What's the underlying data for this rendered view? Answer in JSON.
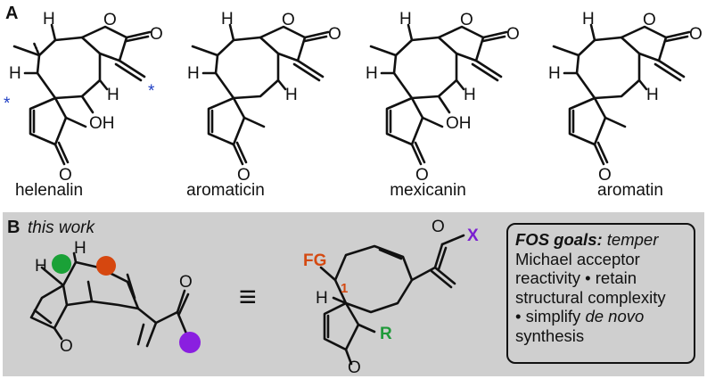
{
  "panel_a": {
    "letter": "A",
    "compounds": [
      {
        "name": "helenalin",
        "labels": {
          "h_top": "H",
          "h_mid": "H",
          "h_left": "H",
          "oh": "OH",
          "o_ring": "O",
          "o_carbonyl": "O",
          "o_ketone": "O",
          "star_left": "*",
          "star_right": "*"
        }
      },
      {
        "name": "aromaticin",
        "labels": {
          "h_top": "H",
          "h_mid": "H",
          "h_left": "H",
          "o_ring": "O",
          "o_carbonyl": "O",
          "o_ketone": "O"
        }
      },
      {
        "name": "mexicanin",
        "labels": {
          "h_top": "H",
          "h_mid": "H",
          "h_left": "H",
          "oh": "OH",
          "o_ring": "O",
          "o_carbonyl": "O",
          "o_ketone": "O"
        }
      },
      {
        "name": "aromatin",
        "labels": {
          "h_top": "H",
          "h_mid": "H",
          "h_left": "H",
          "o_ring": "O",
          "o_carbonyl": "O",
          "o_ketone": "O"
        }
      }
    ]
  },
  "panel_b": {
    "letter": "B",
    "subtitle": "this work",
    "left_structure": {
      "h1": "H",
      "h2": "H",
      "o_ketone": "O",
      "o_carbonyl": "O"
    },
    "equivalence_symbol": "≡",
    "right_structure": {
      "fg": "FG",
      "locant": "1",
      "h": "H",
      "r": "R",
      "o_ketone": "O",
      "o_carbonyl": "O",
      "x": "X"
    },
    "goals": {
      "heading": "FOS goals:",
      "line1_rest": "temper",
      "line2": "Michael acceptor",
      "line3": "reactivity • retain",
      "line4": "structural complexity",
      "line5_pre": "• simplify ",
      "line5_it": "de novo",
      "line6": "synthesis"
    }
  },
  "colors": {
    "panel_b_background": "#cfcfcf",
    "star_blue": "#1f3fc4",
    "fg_orange": "#d44a12",
    "r_green": "#1f9a3a",
    "x_purple": "#7a1fd0",
    "dot_green": "#1aa137",
    "dot_orange": "#d6470f",
    "dot_purple": "#8a1fe0"
  }
}
